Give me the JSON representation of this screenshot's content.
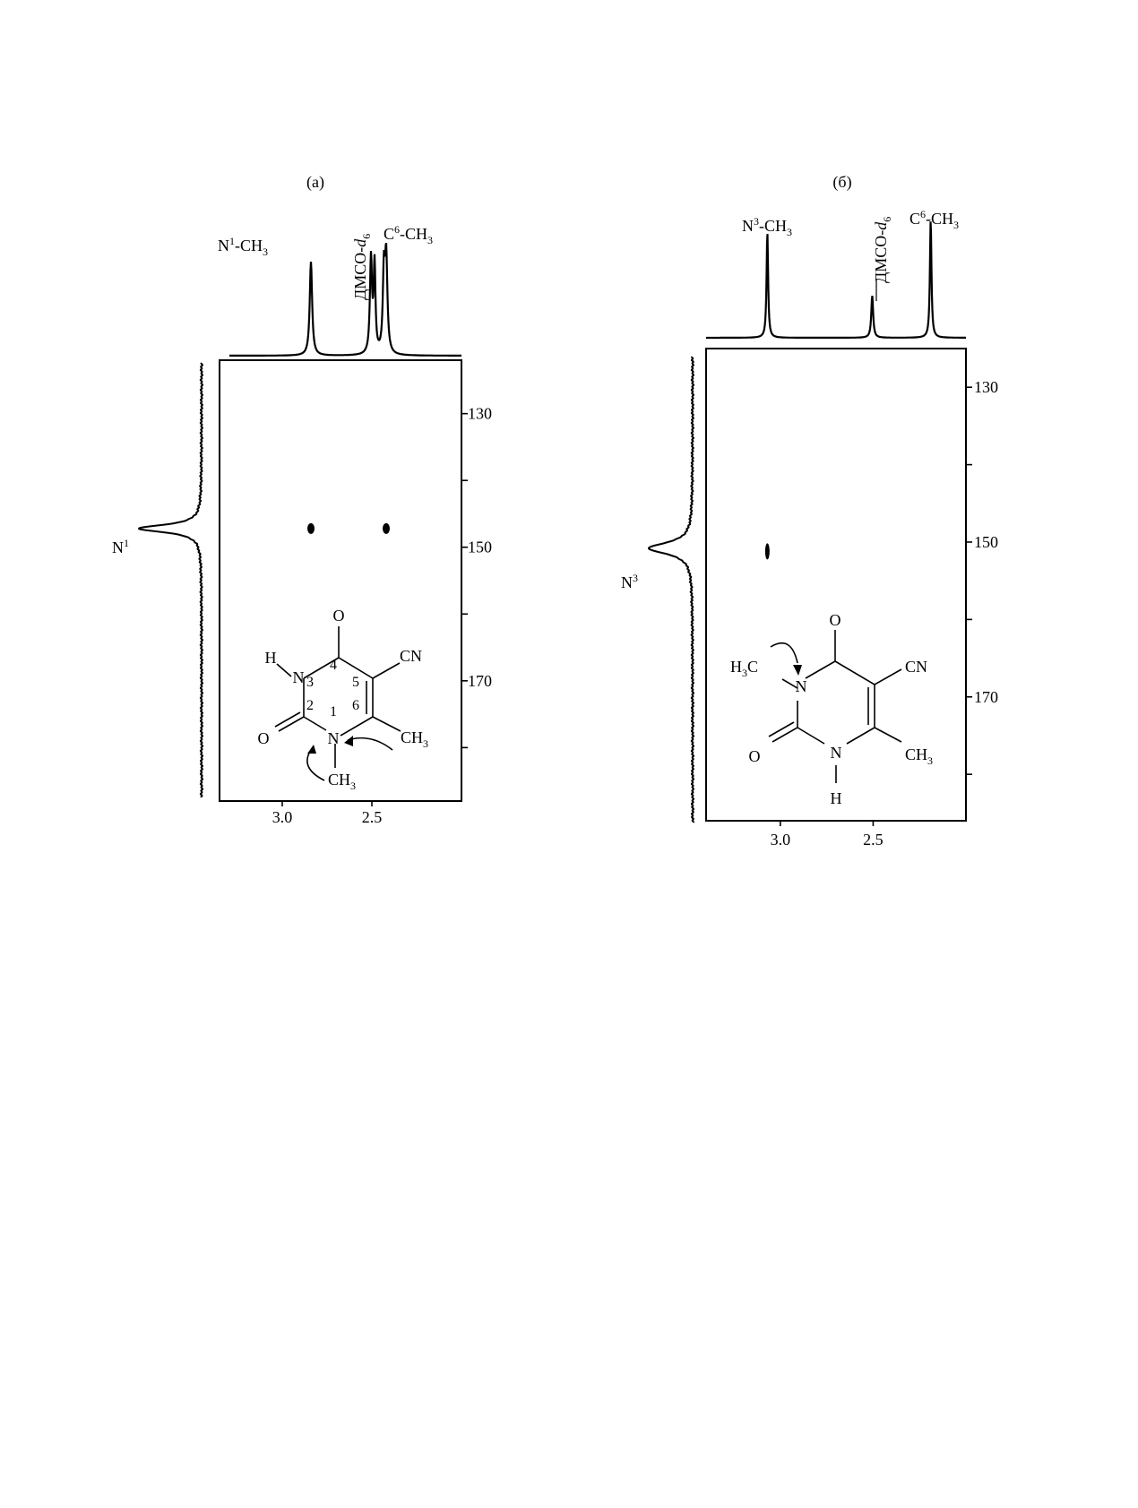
{
  "chart_data": [
    {
      "type": "heatmap",
      "panel_label": "(а)",
      "x_axis": {
        "range": [
          3.35,
          2.0
        ],
        "ticks": [
          3.0,
          2.5
        ],
        "tick_labels": [
          "3.0",
          "2.5"
        ]
      },
      "y_axis": {
        "range": [
          122,
          188
        ],
        "ticks": [
          130,
          140,
          150,
          160,
          170,
          180
        ],
        "tick_labels": [
          "130",
          "",
          "150",
          "",
          "170",
          ""
        ],
        "position": "right"
      },
      "top_projection": {
        "peaks": [
          {
            "label_main": "N",
            "label_sup": "1",
            "label_tail": "-CH",
            "label_sub": "3",
            "x": 2.84,
            "height": 0.98,
            "width": 0.008,
            "label_style": "horizontal"
          },
          {
            "label_main": "ДМСО-",
            "label_italic": "d",
            "label_sub": "6",
            "x": 2.505,
            "height": 1.0,
            "width": 0.007,
            "label_style": "vertical"
          },
          {
            "label_main": "C",
            "label_sup": "6",
            "label_tail": "-CH",
            "label_sub": "3",
            "x": 2.42,
            "height": 0.98,
            "width": 0.008,
            "label_style": "horizontal"
          }
        ],
        "extra_components": [
          {
            "x": 2.485,
            "height": 0.92,
            "width": 0.006
          },
          {
            "x": 2.433,
            "height": 0.8,
            "width": 0.007
          }
        ]
      },
      "left_projection": {
        "peaks": [
          {
            "label_main": "N",
            "label_sup": "1",
            "y": 147.2,
            "height": 1.0,
            "width": 0.7
          }
        ]
      },
      "cross_peaks": [
        {
          "x": 2.84,
          "y": 147.2
        },
        {
          "x": 2.42,
          "y": 147.2
        }
      ],
      "molecule": {
        "atoms": {
          "O4": "O",
          "CN": "CN",
          "H": "H",
          "N3": "N",
          "O2": "O",
          "N1": "N",
          "CH3_6": "CH",
          "CH3_N1": "CH",
          "sub3": "3"
        },
        "ring_numbers": [
          "1",
          "2",
          "3",
          "4",
          "5",
          "6"
        ]
      }
    },
    {
      "type": "heatmap",
      "panel_label": "(б)",
      "x_axis": {
        "range": [
          3.4,
          2.0
        ],
        "ticks": [
          3.0,
          2.5
        ],
        "tick_labels": [
          "3.0",
          "2.5"
        ]
      },
      "y_axis": {
        "range": [
          125,
          186
        ],
        "ticks": [
          130,
          140,
          150,
          160,
          170,
          180
        ],
        "tick_labels": [
          "130",
          "",
          "150",
          "",
          "170",
          ""
        ],
        "position": "right"
      },
      "top_projection": {
        "peaks": [
          {
            "label_main": "N",
            "label_sup": "3",
            "label_tail": "-CH",
            "label_sub": "3",
            "x": 3.07,
            "height": 1.0,
            "width": 0.005,
            "label_style": "horizontal"
          },
          {
            "label_main": "ДМСО-",
            "label_italic": "d",
            "label_sub": "6",
            "x": 2.505,
            "height": 0.4,
            "width": 0.006,
            "label_style": "vertical"
          },
          {
            "label_main": "C",
            "label_sup": "6",
            "label_tail": "-CH",
            "label_sub": "3",
            "x": 2.19,
            "height": 1.12,
            "width": 0.005,
            "label_style": "horizontal"
          }
        ],
        "extra_components": []
      },
      "left_projection": {
        "peaks": [
          {
            "label_main": "N",
            "label_sup": "3",
            "y": 150.8,
            "height": 1.0,
            "width": 0.9
          }
        ]
      },
      "cross_peaks": [
        {
          "x": 3.07,
          "y": 151.2
        }
      ],
      "molecule": {
        "atoms": {
          "O4": "O",
          "CN": "CN",
          "H3C": "H",
          "H3C_tail": "C",
          "N3": "N",
          "O2": "O",
          "N1": "N",
          "H1": "H",
          "CH3_6": "CH",
          "sub3": "3"
        }
      }
    }
  ]
}
